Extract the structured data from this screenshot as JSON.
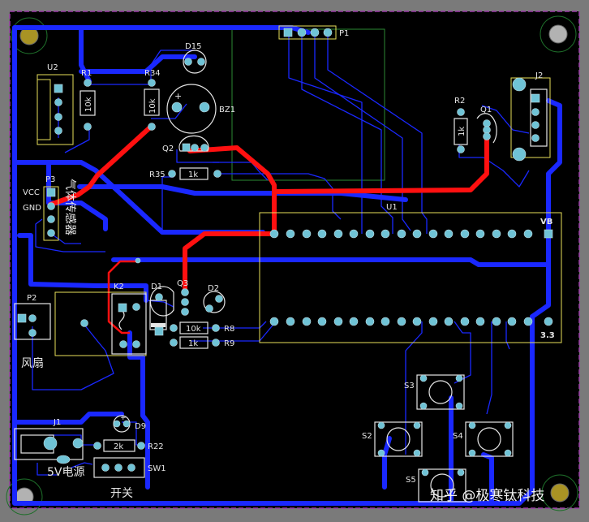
{
  "board": {
    "components": {
      "u1": "U1",
      "u1_vb": "VB",
      "u1_33": "3.3",
      "u2": "U2",
      "p1": "P1",
      "p2": "P2",
      "p3": "P3",
      "j1": "J1",
      "j2": "J2",
      "r1": "R1",
      "r1_val": "10k",
      "r2": "R2",
      "r2_val": "1k",
      "r8": "R8",
      "r8_val": "10k",
      "r9": "R9",
      "r9_val": "1k",
      "r22": "R22",
      "r22_val": "2k",
      "r34": "R34",
      "r34_val": "10k",
      "r35": "R35",
      "r35_val": "1k",
      "d1": "D1",
      "d2": "D2",
      "d9": "D9",
      "d15": "D15",
      "q1": "Q1",
      "q2": "Q2",
      "q3": "Q3",
      "k2": "K2",
      "bz1": "BZ1",
      "sw1": "SW1",
      "s2": "S2",
      "s3": "S3",
      "s4": "S4",
      "s5": "S5"
    },
    "labels": {
      "vcc": "VCC",
      "gnd": "GND",
      "gas_sensor": "气体传感器",
      "fan": "风扇",
      "power_5v": "5V电源",
      "switch": "开关",
      "watermark": "知乎 @极寒钛科技"
    },
    "colors": {
      "background": "#000000",
      "bottom_copper": "#1a28ff",
      "top_copper": "#ff1010",
      "pad": "#6fc3d6",
      "silkscreen": "#e8e05a",
      "board_outline": "#9b3da8",
      "frame": "#7a7a7a"
    }
  }
}
